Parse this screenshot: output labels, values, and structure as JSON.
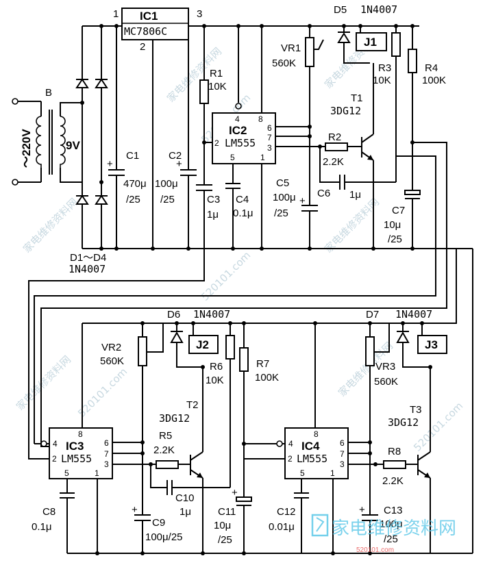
{
  "power": {
    "transformer": "B",
    "secondary": "9V",
    "mains": "～220V",
    "rectifier": "D1～D4",
    "rectifier_part": "1N4007",
    "regulator": "IC1",
    "regulator_part": "MC7806C",
    "reg_pin_in": "1",
    "reg_pin_gnd": "2",
    "reg_pin_out": "3"
  },
  "components": {
    "C1": "C1",
    "C1v": "470μ",
    "C1r": "/25",
    "C2": "C2",
    "C2v": "100μ",
    "C2r": "/25",
    "C3": "C3",
    "C3v": "1μ",
    "C4": "C4",
    "C4v": "0.1μ",
    "C5": "C5",
    "C5v": "100μ",
    "C5r": "/25",
    "C6": "C6",
    "C6v": "1μ",
    "C7": "C7",
    "C7v": "10μ",
    "C7r": "/25",
    "C8": "C8",
    "C8v": "0.1μ",
    "C9": "C9",
    "C9v": "100μ/25",
    "C10": "C10",
    "C10v": "1μ",
    "C11": "C11",
    "C11v": "10μ",
    "C11r": "/25",
    "C12": "C12",
    "C12v": "0.01μ",
    "C13": "C13",
    "C13v": "100μ",
    "C13r": "/25",
    "R1": "R1",
    "R1v": "10K",
    "R2": "R2",
    "R2v": "2.2K",
    "R3": "R3",
    "R3v": "10K",
    "R4": "R4",
    "R4v": "100K",
    "R5": "R5",
    "R5v": "2.2K",
    "R6": "R6",
    "R6v": "10K",
    "R7": "R7",
    "R7v": "100K",
    "R8": "R8",
    "R8v": "2.2K",
    "VR1": "VR1",
    "VR1v": "560K",
    "VR2": "VR2",
    "VR2v": "560K",
    "VR3": "VR3",
    "VR3v": "560K",
    "D5": "D5",
    "D5v": "1N4007",
    "D6": "D6",
    "D6v": "1N4007",
    "D7": "D7",
    "D7v": "1N4007",
    "T1": "T1",
    "T1v": "3DG12",
    "T2": "T2",
    "T2v": "3DG12",
    "T3": "T3",
    "T3v": "3DG12",
    "J1": "J1",
    "J2": "J2",
    "J3": "J3"
  },
  "ics": {
    "IC2": "IC2",
    "IC3": "IC3",
    "IC4": "IC4",
    "part": "LM555",
    "p1": "1",
    "p2": "2",
    "p3": "3",
    "p4": "4",
    "p5": "5",
    "p6": "6",
    "p7": "7",
    "p8": "8"
  },
  "watermark": {
    "site": "家电维修资料网",
    "url": "520101.com",
    "logo_text": "家电维修资料网",
    "logo_url": "520101.com"
  }
}
